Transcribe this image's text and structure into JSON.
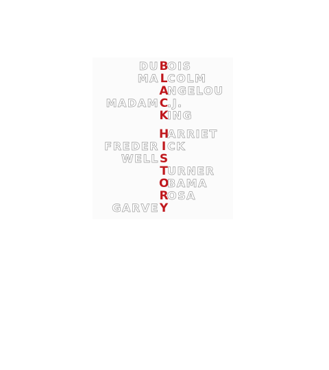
{
  "design": {
    "accent_color": "#c0181d",
    "outline_color": "#9e9e9e",
    "rows": [
      {
        "pre": "DU",
        "key": "B",
        "post": "OIS"
      },
      {
        "pre": "MA",
        "key": "L",
        "post": "COLM"
      },
      {
        "pre": "",
        "key": "A",
        "post": "NGELOU"
      },
      {
        "pre": "MADAM",
        "key": "C",
        "post": ".J."
      },
      {
        "pre": "",
        "key": "K",
        "post": "ING"
      },
      {
        "pre": "",
        "key": "H",
        "post": "ARRIET"
      },
      {
        "pre": "FREDER",
        "key": "I",
        "post": "CK"
      },
      {
        "pre": "WELL",
        "key": "S",
        "post": ""
      },
      {
        "pre": "",
        "key": "T",
        "post": "URNER"
      },
      {
        "pre": "",
        "key": "O",
        "post": "BAMA"
      },
      {
        "pre": "",
        "key": "R",
        "post": "OSA"
      },
      {
        "pre": "GARVE",
        "key": "Y",
        "post": ""
      }
    ]
  }
}
